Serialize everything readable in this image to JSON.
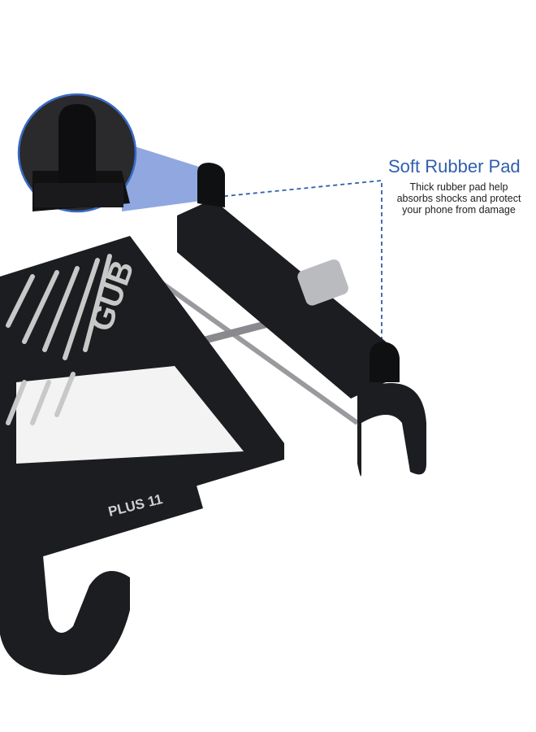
{
  "callout": {
    "title": "Soft Rubber Pad",
    "description_lines": [
      "Thick rubber pad help",
      "absorbs shocks and protect",
      "your phone from damage"
    ]
  },
  "product": {
    "brand_logo": "GUB",
    "model_label": "PLUS 11"
  },
  "colors": {
    "accent_blue": "#2f5fae",
    "magnifier_fill": "#6f8fd6",
    "product_body": "#1c1d20"
  }
}
